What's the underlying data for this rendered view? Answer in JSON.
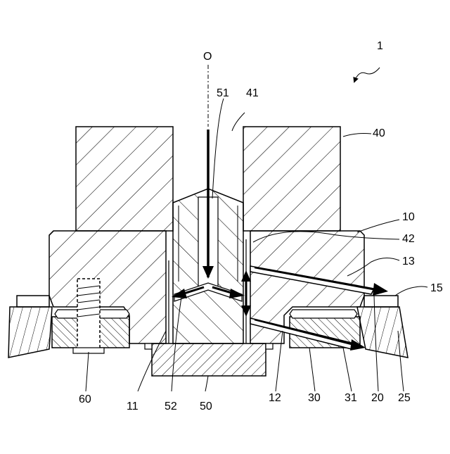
{
  "figure": {
    "labels": {
      "assembly": "1",
      "axis": "O",
      "l40": "40",
      "l41": "41",
      "l51": "51",
      "l10": "10",
      "l42": "42",
      "l13": "13",
      "l15": "15",
      "l60": "60",
      "l11": "11",
      "l52": "52",
      "l50": "50",
      "l12": "12",
      "l30": "30",
      "l31": "31",
      "l20": "20",
      "l25": "25"
    }
  }
}
